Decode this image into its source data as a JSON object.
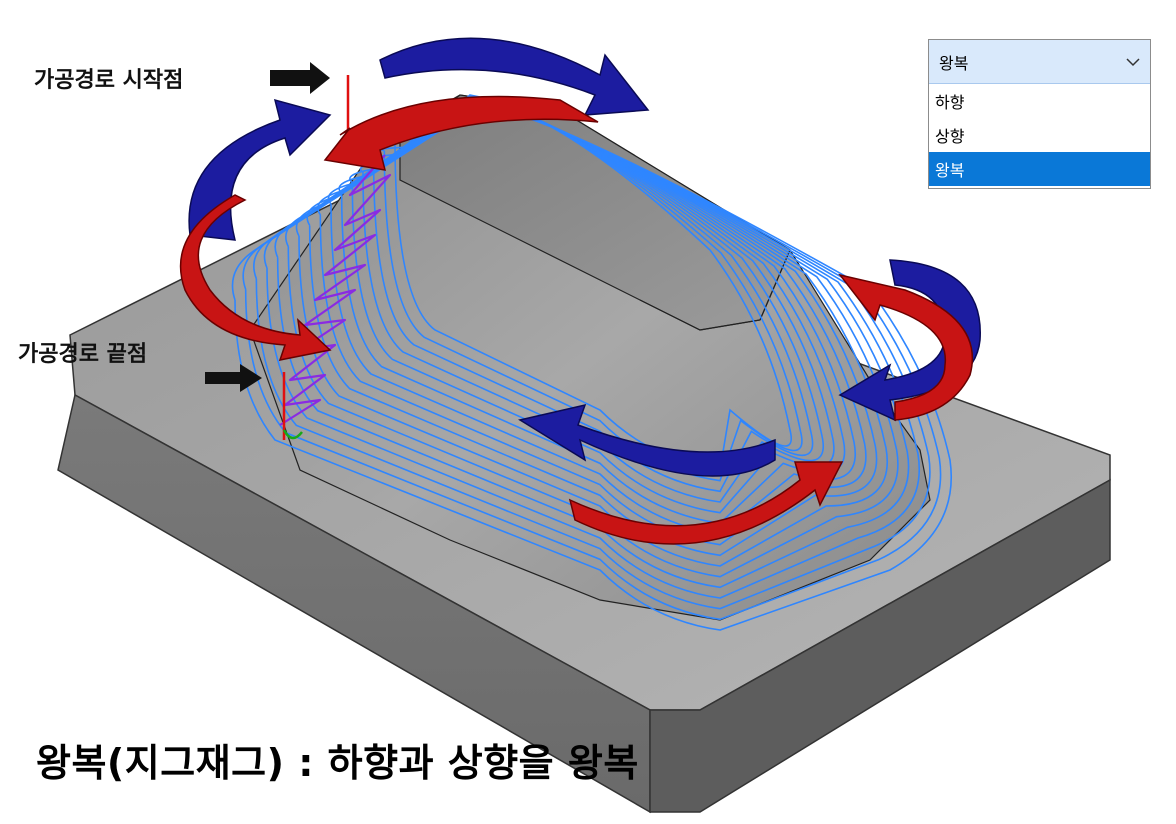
{
  "labels": {
    "start": "가공경로 시작점",
    "end": "가공경로 끝점"
  },
  "caption": "왕복(지그재그) : 하향과 상향을 왕복",
  "dropdown": {
    "selected": "왕복",
    "options": [
      "하향",
      "상향",
      "왕복"
    ],
    "highlighted_index": 2,
    "icon": "chevron-down-icon"
  },
  "colors": {
    "toolpath": "#2f86ff",
    "zigzag": "#8a2be2",
    "arrow_red": "#c81414",
    "arrow_blue": "#1c1ca0",
    "part_gray": "#8a8a8a",
    "selection_blue": "#0a78d7"
  }
}
